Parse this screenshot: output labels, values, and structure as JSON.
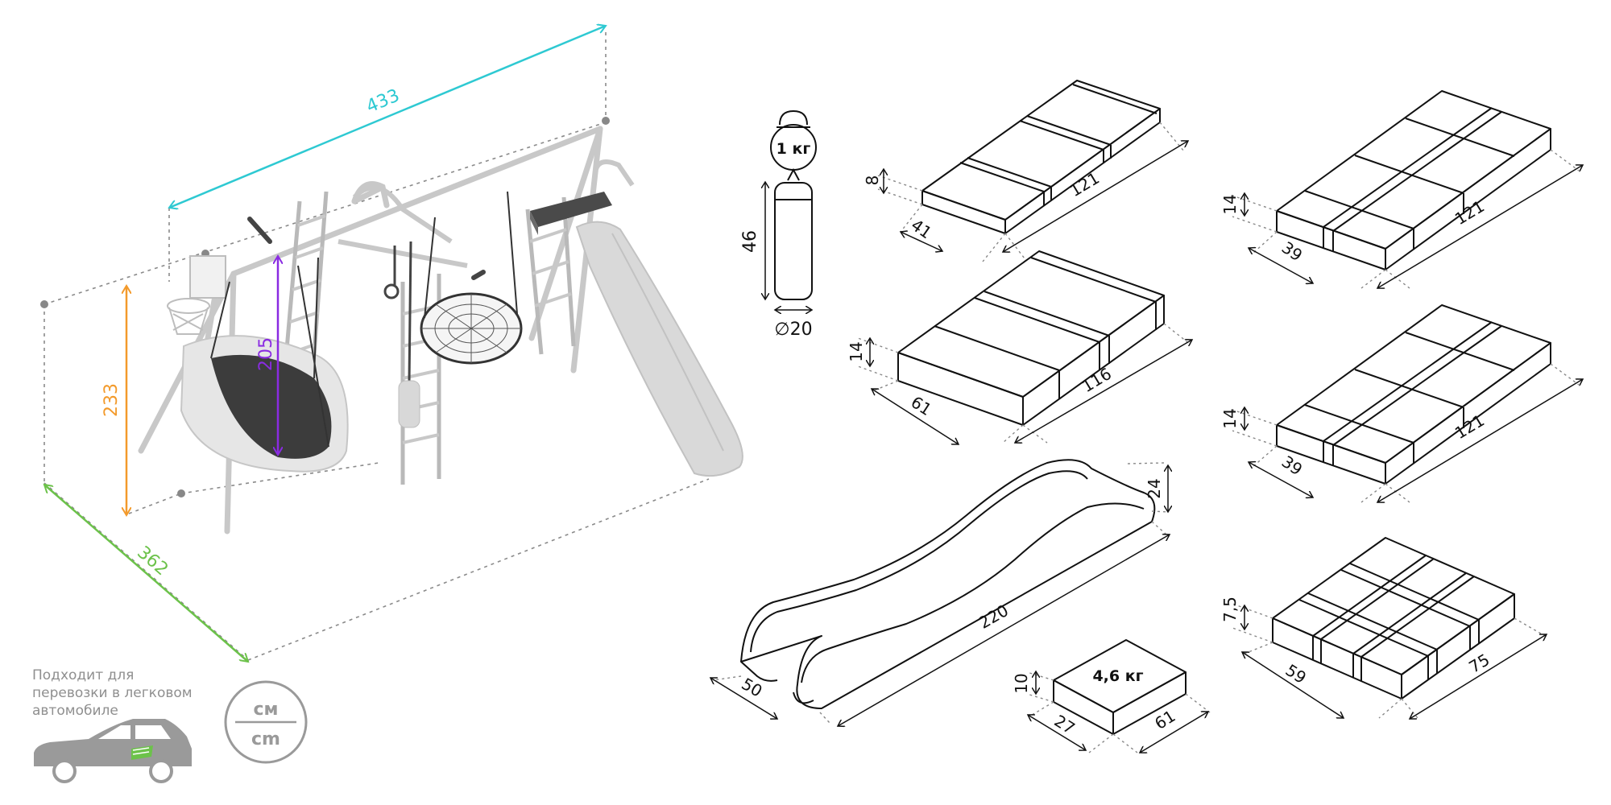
{
  "product": {
    "width": "433",
    "depth": "362",
    "height": "233",
    "swing_height": "205"
  },
  "accessories": {
    "weight_label": "1 кг",
    "bag_height": "46",
    "bag_diameter": "∅20"
  },
  "boxes": [
    {
      "height": "8",
      "width": "41",
      "length": "121"
    },
    {
      "height": "14",
      "width": "39",
      "length": "121"
    },
    {
      "height": "14",
      "width": "61",
      "length": "116"
    },
    {
      "height": "14",
      "width": "39",
      "length": "121"
    },
    {
      "height": "7,5",
      "width": "59",
      "length": "75"
    }
  ],
  "slide": {
    "height": "24",
    "width": "50",
    "length": "220"
  },
  "small_box": {
    "height": "10",
    "width": "27",
    "length": "61",
    "weight": "4,6 кг"
  },
  "transport": {
    "caption": "Подходит для перевозки в легковом автомобиле",
    "unit_top": "см",
    "unit_bottom": "cm"
  },
  "colors": {
    "width_line": "#2ec9d2",
    "depth_line": "#6cc24a",
    "height_line": "#f39a2b",
    "swing_line": "#8a2be2",
    "car_accent": "#6cc24a"
  }
}
